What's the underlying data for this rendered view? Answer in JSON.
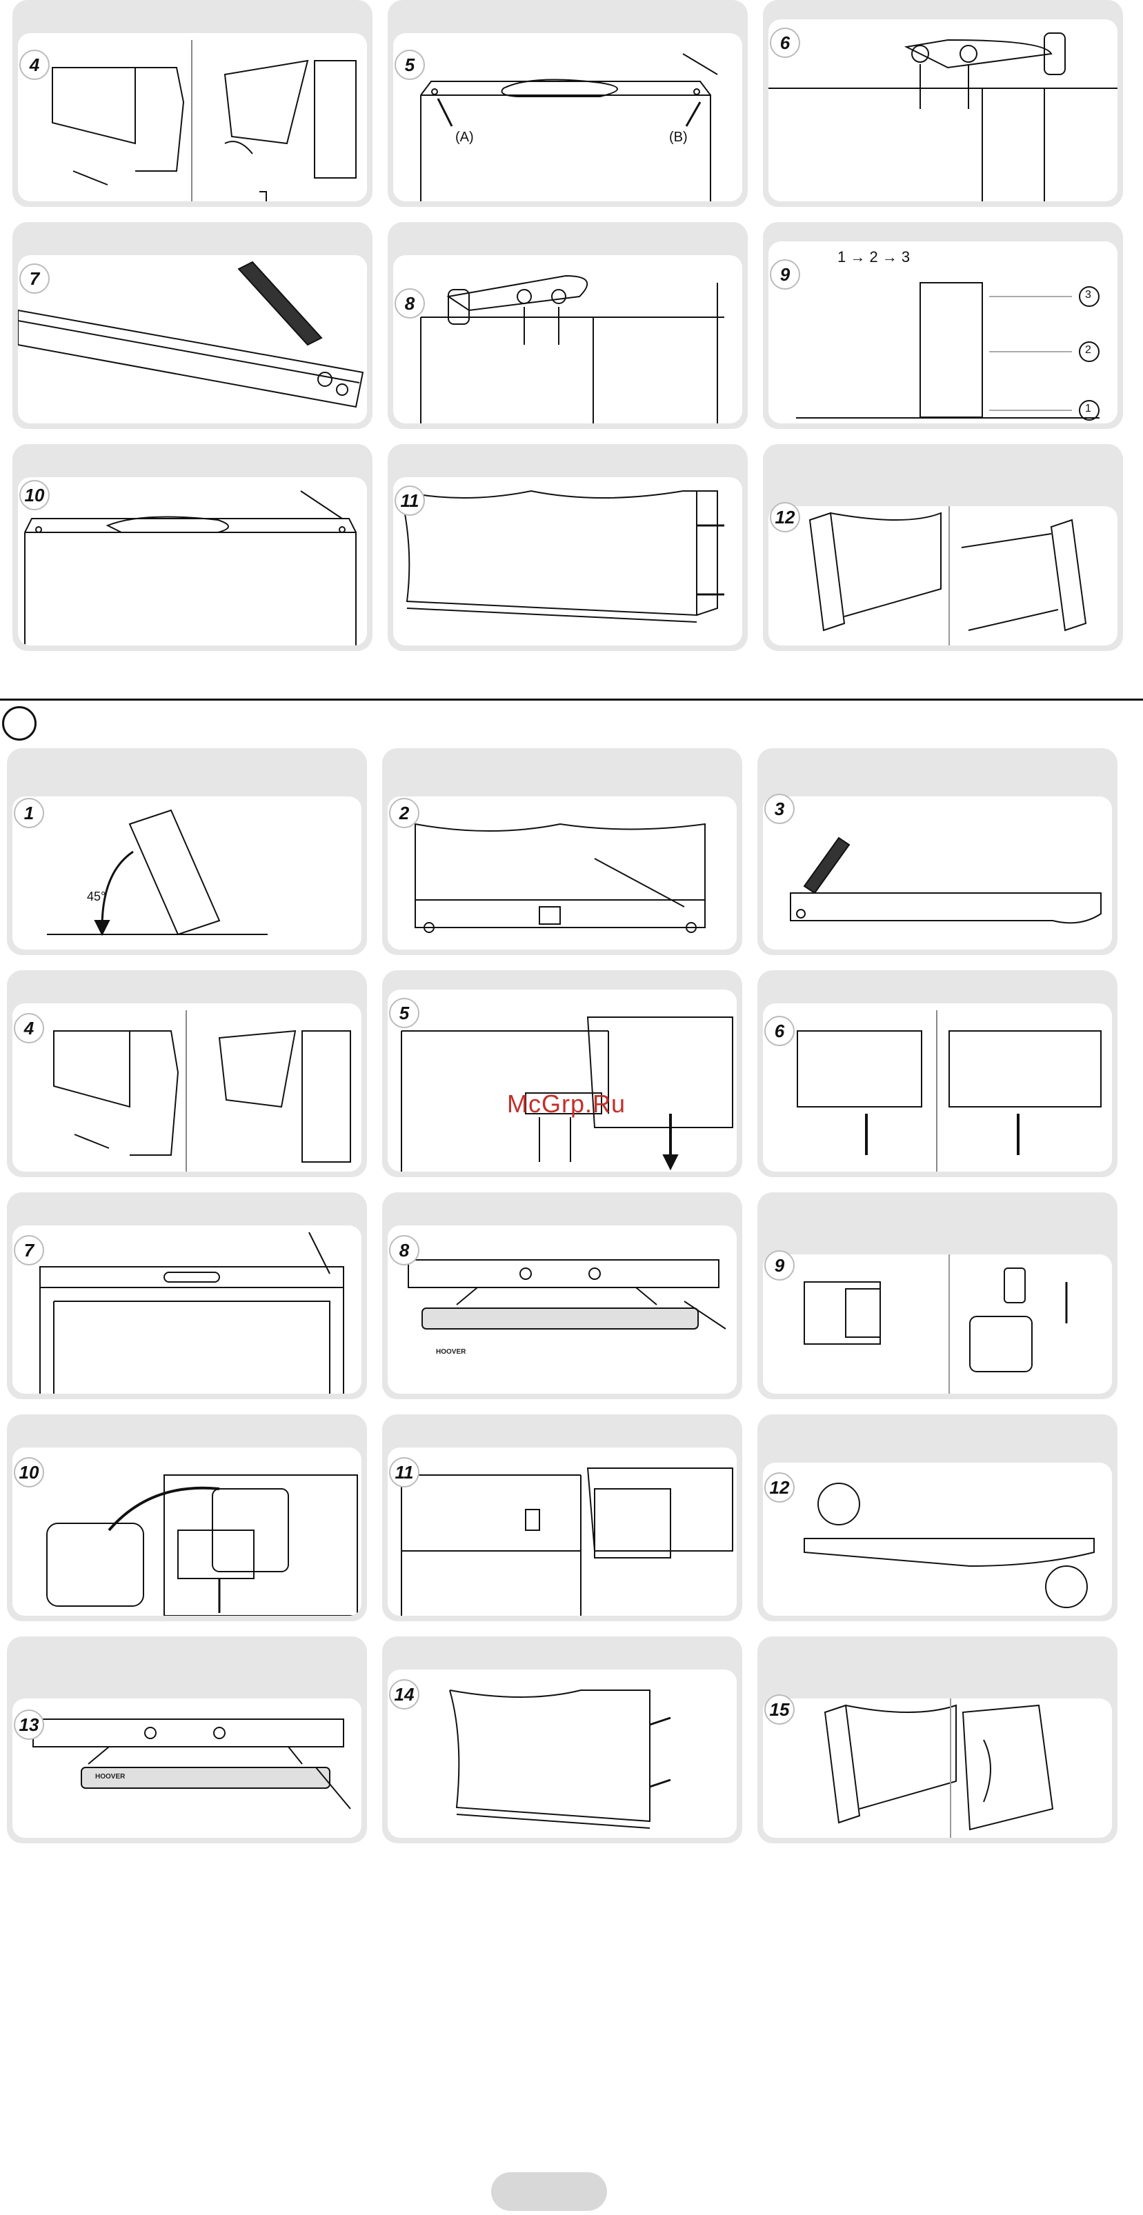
{
  "top_steps": [
    {
      "num": "4"
    },
    {
      "num": "5",
      "label_a": "(A)",
      "label_b": "(B)"
    },
    {
      "num": "6"
    },
    {
      "num": "7"
    },
    {
      "num": "8"
    },
    {
      "num": "9",
      "sequence": "1 → 2 → 3",
      "callouts": [
        "3",
        "2",
        "1"
      ]
    },
    {
      "num": "10"
    },
    {
      "num": "11"
    },
    {
      "num": "12"
    }
  ],
  "bottom_steps": [
    {
      "num": "1",
      "angle": "45°"
    },
    {
      "num": "2"
    },
    {
      "num": "3"
    },
    {
      "num": "4"
    },
    {
      "num": "5"
    },
    {
      "num": "6"
    },
    {
      "num": "7"
    },
    {
      "num": "8",
      "brand": "HOOVER"
    },
    {
      "num": "9"
    },
    {
      "num": "10"
    },
    {
      "num": "11"
    },
    {
      "num": "12"
    },
    {
      "num": "13",
      "brand": "HOOVER"
    },
    {
      "num": "14"
    },
    {
      "num": "15"
    }
  ],
  "watermark": "McGrp.Ru"
}
